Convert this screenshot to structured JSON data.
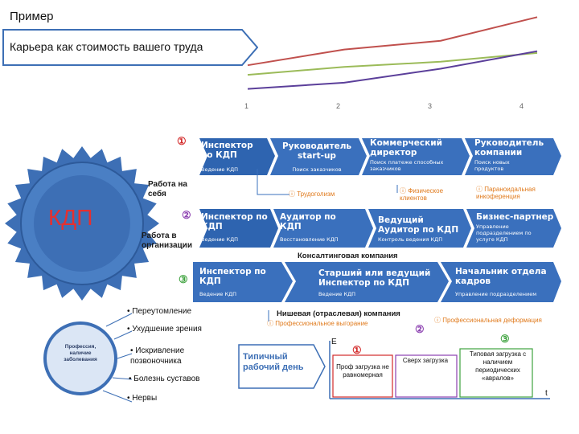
{
  "title": "Пример",
  "subtitle": "Карьера как стоимость вашего труда",
  "chart_data": {
    "type": "line",
    "x": [
      1,
      2,
      3,
      4
    ],
    "series": [
      {
        "values": [
          3.2,
          5.0,
          6.0,
          8.7
        ]
      },
      {
        "values": [
          2.1,
          3.0,
          3.6,
          4.6
        ]
      },
      {
        "values": [
          0.5,
          1.2,
          2.8,
          4.8
        ]
      }
    ],
    "xticks": [
      "1",
      "2",
      "3",
      "4"
    ],
    "colors": [
      "#c0504d",
      "#9bbb59",
      "#5b3f9a"
    ]
  },
  "rosette": {
    "label": "КДП",
    "color": "#3d6fb5"
  },
  "branches": {
    "self": "Работа на себя",
    "org": "Работа в организации",
    "n1": "①",
    "n2": "②",
    "n3": "③"
  },
  "row1": {
    "c1": {
      "title": "Инспектор по КДП",
      "sub": "Ведение КДП"
    },
    "c2": {
      "title": "Руководитель start-up",
      "sub": "Поиск заказчиков"
    },
    "c3": {
      "title": "Коммерческий директор",
      "sub": "Поиск платеже способных заказчиков"
    },
    "c4": {
      "title": "Руководитель компании",
      "sub": "Поиск новых продуктов"
    },
    "notes": [
      "Трудоголизм",
      "Физическое клиентов",
      "Параноидальная инкоференция"
    ]
  },
  "row2": {
    "c1": {
      "title": "Инспектор по КДП",
      "sub": "Ведение КДП"
    },
    "c2": {
      "title": "Аудитор по КДП",
      "sub": "Восстановление КДП"
    },
    "c3": {
      "title": "Ведущий Аудитор по КДП",
      "sub": "Контроль ведения КДП"
    },
    "c4": {
      "title": "Бизнес-партнер",
      "sub": "Управление подразделением по услуге КДП"
    },
    "caption": "Консалтинговая компания"
  },
  "row3": {
    "c1": {
      "title": "Инспектор по КДП",
      "sub": "Ведение КДП"
    },
    "c2": {
      "title": "Старший или ведущий Инспектор по КДП",
      "sub": "Ведение КДП"
    },
    "c3": {
      "title": "Начальник отдела кадров",
      "sub": "Управление подразделением"
    },
    "caption": "Нишевая (отраслевая) компания",
    "notes": [
      "Профессиональное выгорание",
      "Профессиональная деформация"
    ]
  },
  "diseases": {
    "center": "Профессия, наличие заболевания",
    "items": [
      "Переутомление",
      "Ухудшение зрения",
      "Искривление позвоночника",
      "Болезнь суставов",
      "Нервы"
    ]
  },
  "workday": {
    "label": "Типичный рабочий день",
    "axis_e": "E",
    "axis_t": "t",
    "n1": "①",
    "n2": "②",
    "n3": "③",
    "b1": "Проф загрузка не равномерная",
    "b2": "Сверх загрузка",
    "b3": "Типовая загрузка с наличием периодических «авралов»"
  }
}
